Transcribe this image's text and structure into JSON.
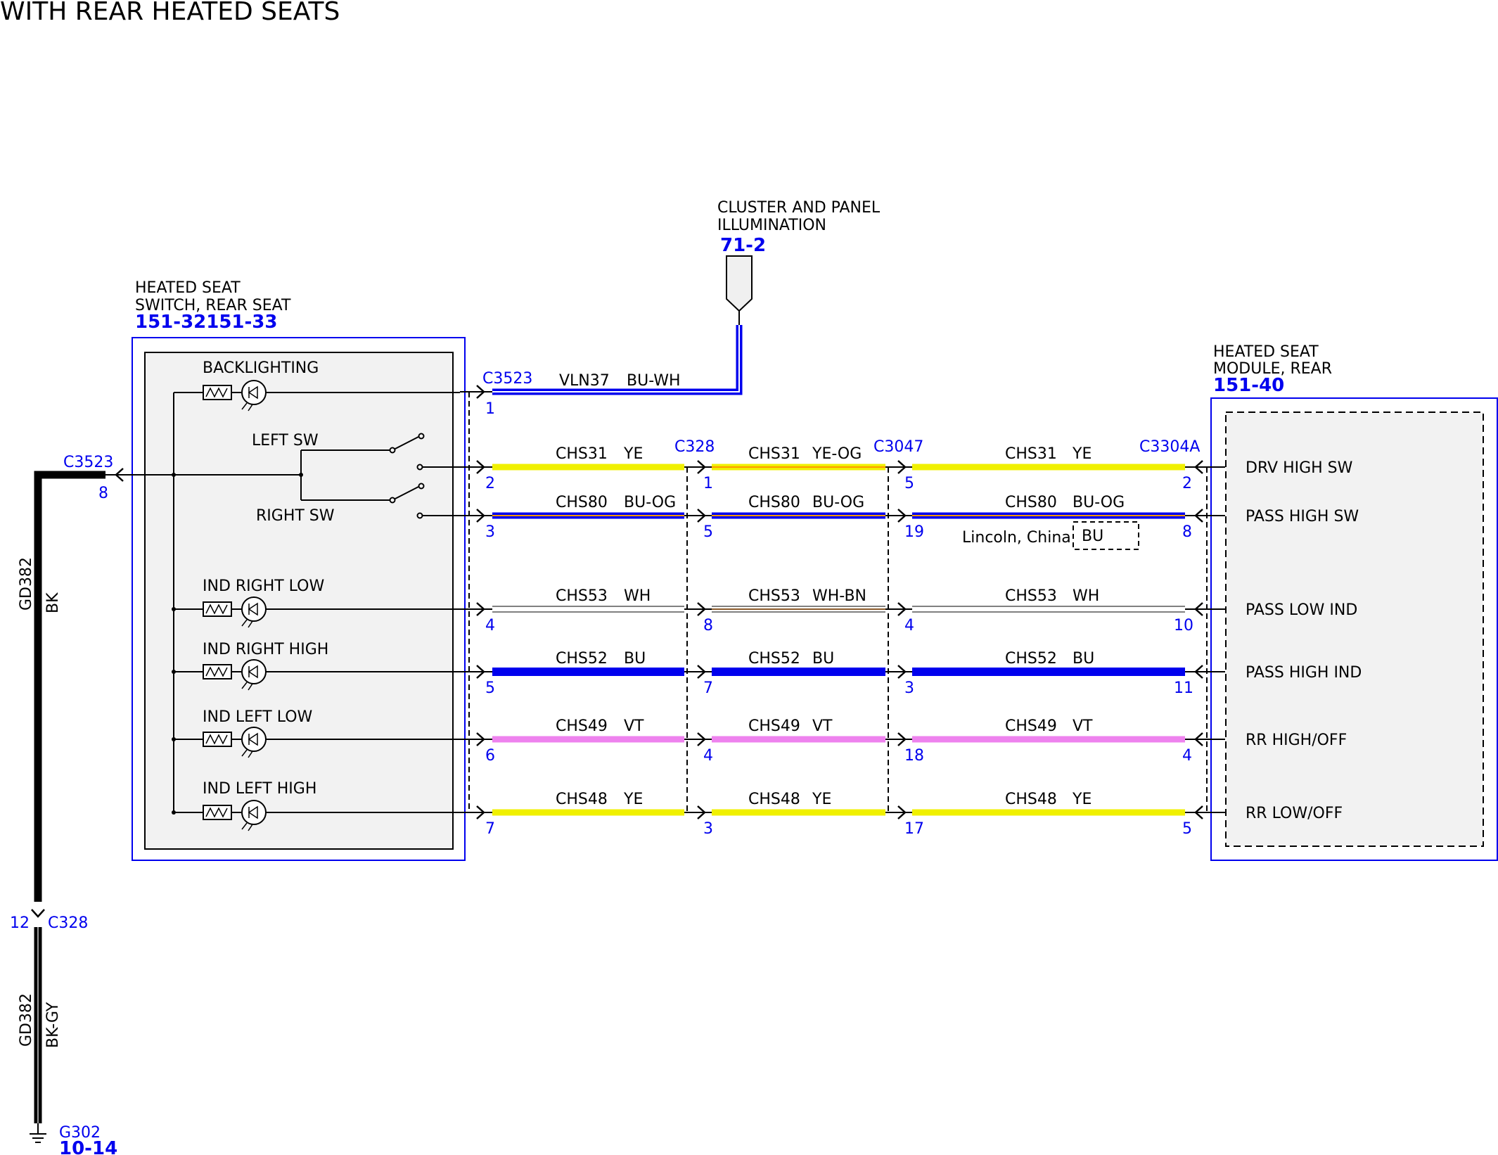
{
  "title": "WITH REAR HEATED SEATS",
  "illumination": {
    "label1": "CLUSTER AND PANEL",
    "label2": "ILLUMINATION",
    "ref": "71-2"
  },
  "switch": {
    "label1": "HEATED SEAT",
    "label2": "SWITCH, REAR SEAT",
    "ref": "151-32151-33"
  },
  "module": {
    "label1": "HEATED SEAT",
    "label2": "MODULE, REAR",
    "ref": "151-40"
  },
  "switch_items": {
    "backlighting": "BACKLIGHTING",
    "left_sw": "LEFT SW",
    "right_sw": "RIGHT SW",
    "ind_right_low": "IND RIGHT LOW",
    "ind_right_high": "IND RIGHT HIGH",
    "ind_left_low": "IND LEFT LOW",
    "ind_left_high": "IND LEFT HIGH"
  },
  "connectors": {
    "c3523": "C3523",
    "c328": "C328",
    "c3047": "C3047",
    "c3304a": "C3304A"
  },
  "vln37": {
    "circuit": "VLN37",
    "color": "BU-WH",
    "pin": "1"
  },
  "wires": [
    {
      "c1": "CHS31",
      "col1": "YE",
      "p1": "2",
      "c2": "CHS31",
      "col2": "YE-OG",
      "p2": "1",
      "c3": "CHS31",
      "col3": "YE",
      "p3": "5",
      "p4": "2",
      "fn": "DRV HIGH SW"
    },
    {
      "c1": "CHS80",
      "col1": "BU-OG",
      "p1": "3",
      "c2": "CHS80",
      "col2": "BU-OG",
      "p2": "5",
      "c3": "CHS80",
      "col3": "BU-OG",
      "p3": "19",
      "p4": "8",
      "fn": "PASS HIGH SW"
    },
    {
      "c1": "CHS53",
      "col1": "WH",
      "p1": "4",
      "c2": "CHS53",
      "col2": "WH-BN",
      "p2": "8",
      "c3": "CHS53",
      "col3": "WH",
      "p3": "4",
      "p4": "10",
      "fn": "PASS LOW IND"
    },
    {
      "c1": "CHS52",
      "col1": "BU",
      "p1": "5",
      "c2": "CHS52",
      "col2": "BU",
      "p2": "7",
      "c3": "CHS52",
      "col3": "BU",
      "p3": "3",
      "p4": "11",
      "fn": "PASS HIGH IND"
    },
    {
      "c1": "CHS49",
      "col1": "VT",
      "p1": "6",
      "c2": "CHS49",
      "col2": "VT",
      "p2": "4",
      "c3": "CHS49",
      "col3": "VT",
      "p3": "18",
      "p4": "4",
      "fn": "RR HIGH/OFF"
    },
    {
      "c1": "CHS48",
      "col1": "YE",
      "p1": "7",
      "c2": "CHS48",
      "col2": "YE",
      "p2": "3",
      "c3": "CHS48",
      "col3": "YE",
      "p3": "17",
      "p4": "5",
      "fn": "RR LOW/OFF"
    }
  ],
  "lincoln_note": {
    "text": "Lincoln, China",
    "color": "BU"
  },
  "ground": {
    "c3523_pin": "8",
    "circuit_upper": "GD382",
    "color_upper": "BK",
    "c328_pin": "12",
    "circuit_lower": "GD382",
    "color_lower": "BK-GY",
    "g302": "G302",
    "g302_ref": "10-14"
  },
  "colors": {
    "blue": "#0000ee",
    "yellow": "#f0f000",
    "violet": "#ee82ee",
    "white_wire": "#ffffff",
    "black": "#000000"
  }
}
